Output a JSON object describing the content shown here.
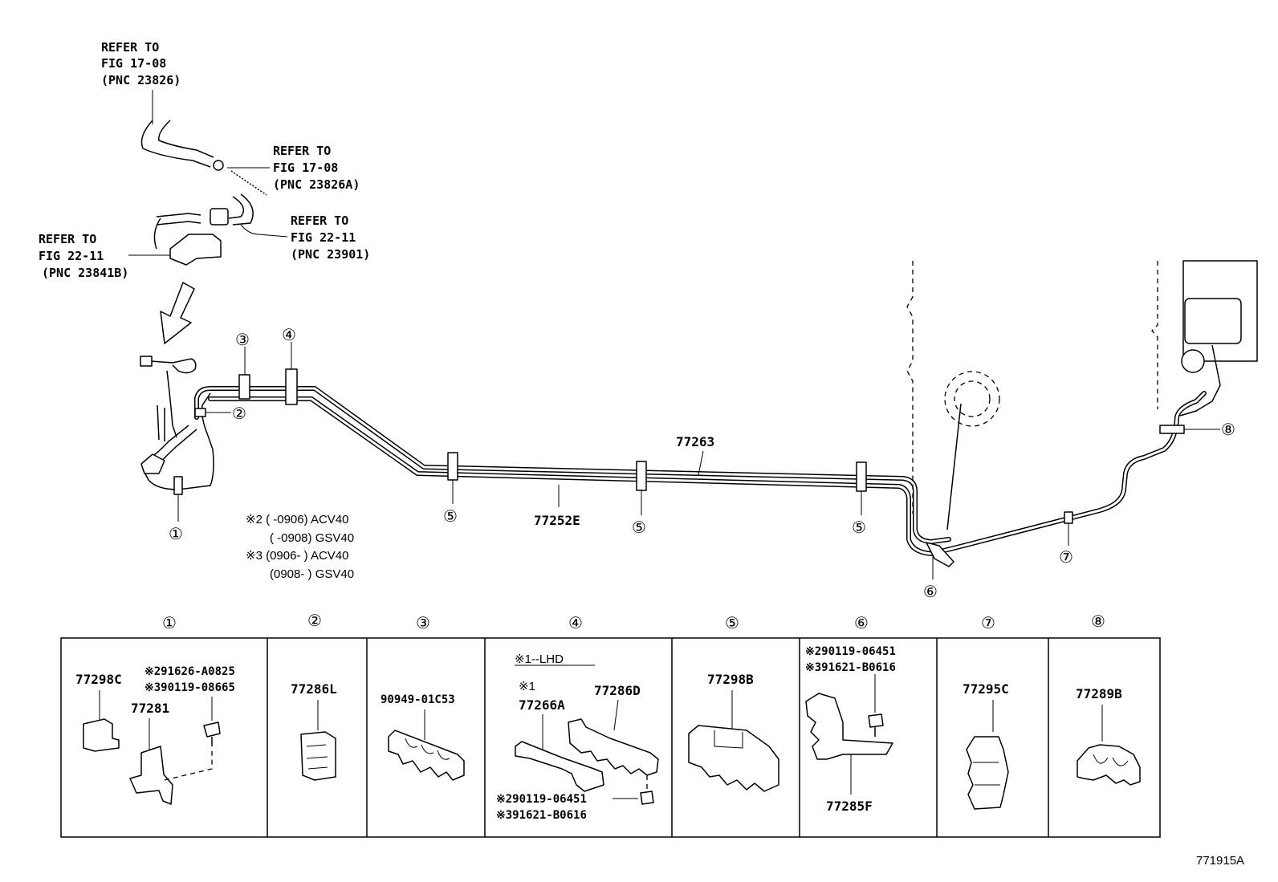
{
  "refs": {
    "ref1": [
      "REFER TO",
      "FIG 17-08",
      "(PNC 23826)"
    ],
    "ref2": [
      "REFER TO",
      "FIG 17-08",
      "(PNC 23826A)"
    ],
    "ref3": [
      "REFER TO",
      "FIG 22-11",
      "(PNC 23901)"
    ],
    "ref4": [
      "REFER TO",
      "FIG 22-11",
      "(PNC 23841B)"
    ]
  },
  "pipe_labels": {
    "main": "77263",
    "secondary": "77252E"
  },
  "callouts": {
    "c1": "①",
    "c2": "②",
    "c3": "③",
    "c4": "④",
    "c5": "⑤",
    "c6": "⑥",
    "c7": "⑦",
    "c8": "⑧"
  },
  "notes": {
    "n2a": "※2 (    -0906) ACV40",
    "n2b": "(    -0908) GSV40",
    "n3a": "※3 (0906-    ) ACV40",
    "n3b": "(0908-    ) GSV40"
  },
  "table": {
    "headers": [
      "①",
      "②",
      "③",
      "④",
      "⑤",
      "⑥",
      "⑦",
      "⑧"
    ],
    "cell1": {
      "p1": "77298C",
      "p2": "77281",
      "n1": "※291626-A0825",
      "n2": "※390119-08665"
    },
    "cell2": {
      "p1": "77286L"
    },
    "cell3": {
      "p1": "90949-01C53"
    },
    "cell4": {
      "lhd": "※1--LHD",
      "mark": "※1",
      "p1": "77266A",
      "p2": "77286D",
      "n1": "※290119-06451",
      "n2": "※391621-B0616"
    },
    "cell5": {
      "p1": "77298B"
    },
    "cell6": {
      "n1": "※290119-06451",
      "n2": "※391621-B0616",
      "p1": "77285F"
    },
    "cell7": {
      "p1": "77295C"
    },
    "cell8": {
      "p1": "77289B"
    }
  },
  "figure_id": "771915A"
}
